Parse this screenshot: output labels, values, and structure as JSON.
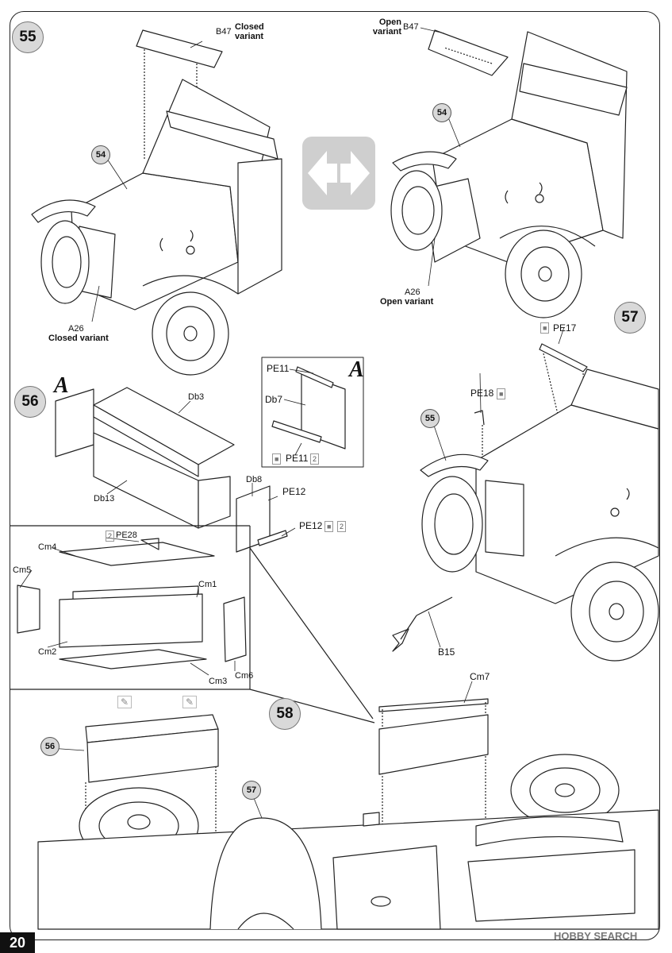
{
  "page_number": "20",
  "watermark": "HOBBY SEARCH",
  "steps": {
    "s55": "55",
    "s56": "56",
    "s57": "57",
    "s58": "58"
  },
  "sub_refs": {
    "r54a": "54",
    "r54b": "54",
    "r55": "55",
    "r56": "56",
    "r57": "57"
  },
  "step55": {
    "b47_closed": "B47",
    "closed_variant": "Closed variant",
    "b47_open": "B47",
    "open_variant": "Open variant",
    "a26_closed": "A26",
    "a26_closed_variant": "Closed variant",
    "a26_open": "A26",
    "a26_open_variant": "Open variant"
  },
  "step56": {
    "marker_a": "A",
    "marker_a_inset": "A",
    "db3": "Db3",
    "db13": "Db13",
    "db8": "Db8",
    "pe12_top": "PE12",
    "pe12_bottom": "PE12",
    "pe12_count": "2",
    "pe11_top": "PE11",
    "db7": "Db7",
    "pe11_bottom": "PE11",
    "pe11_count": "2",
    "pe28": "PE28",
    "pe28_count": "2",
    "cm1": "Cm1",
    "cm2": "Cm2",
    "cm3": "Cm3",
    "cm4": "Cm4",
    "cm5": "Cm5",
    "cm6": "Cm6"
  },
  "step57": {
    "pe17": "PE17",
    "pe18": "PE18",
    "b15": "B15"
  },
  "step58": {
    "cm7": "Cm7"
  },
  "icons": [
    "switch-variant-icon",
    "photo-etch-icon",
    "bend-icon"
  ],
  "colors": {
    "circle_fill": "#d9d9d9",
    "arrow_icon": "#cfcfcf",
    "line": "#222222"
  }
}
